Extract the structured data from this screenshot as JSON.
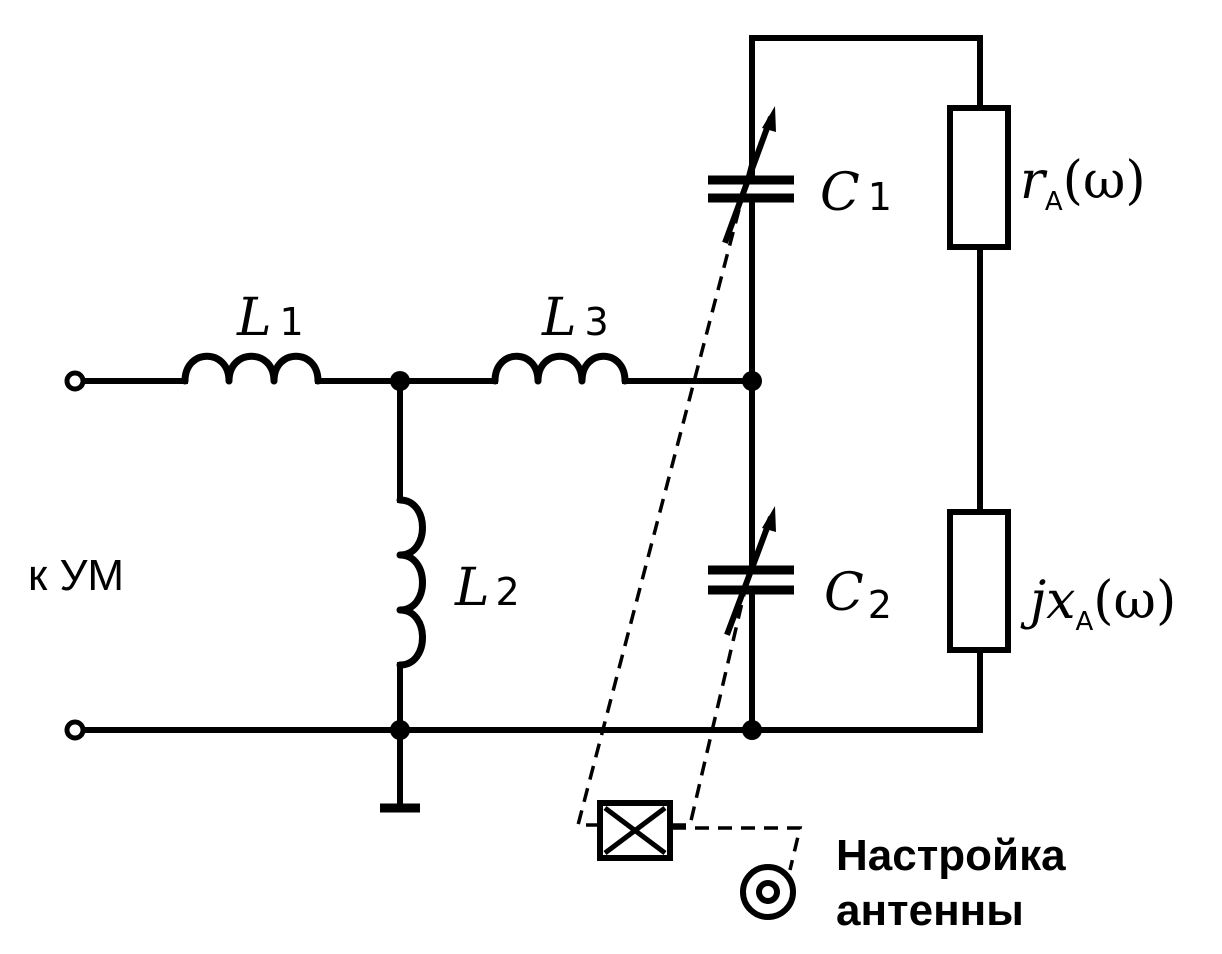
{
  "labels": {
    "L1": {
      "main": "L",
      "sub": "1"
    },
    "L2": {
      "main": "L",
      "sub": "2"
    },
    "L3": {
      "main": "L",
      "sub": "3"
    },
    "C1": {
      "main": "C",
      "sub": "1"
    },
    "C2": {
      "main": "C",
      "sub": "2"
    },
    "rA": {
      "main": "r",
      "sub": "A",
      "arg": "(ω)"
    },
    "jxA": {
      "main": "jx",
      "sub": "A",
      "arg": "(ω)"
    },
    "input": "к УМ",
    "tuning_line1": "Настройка",
    "tuning_line2": "антенны"
  }
}
